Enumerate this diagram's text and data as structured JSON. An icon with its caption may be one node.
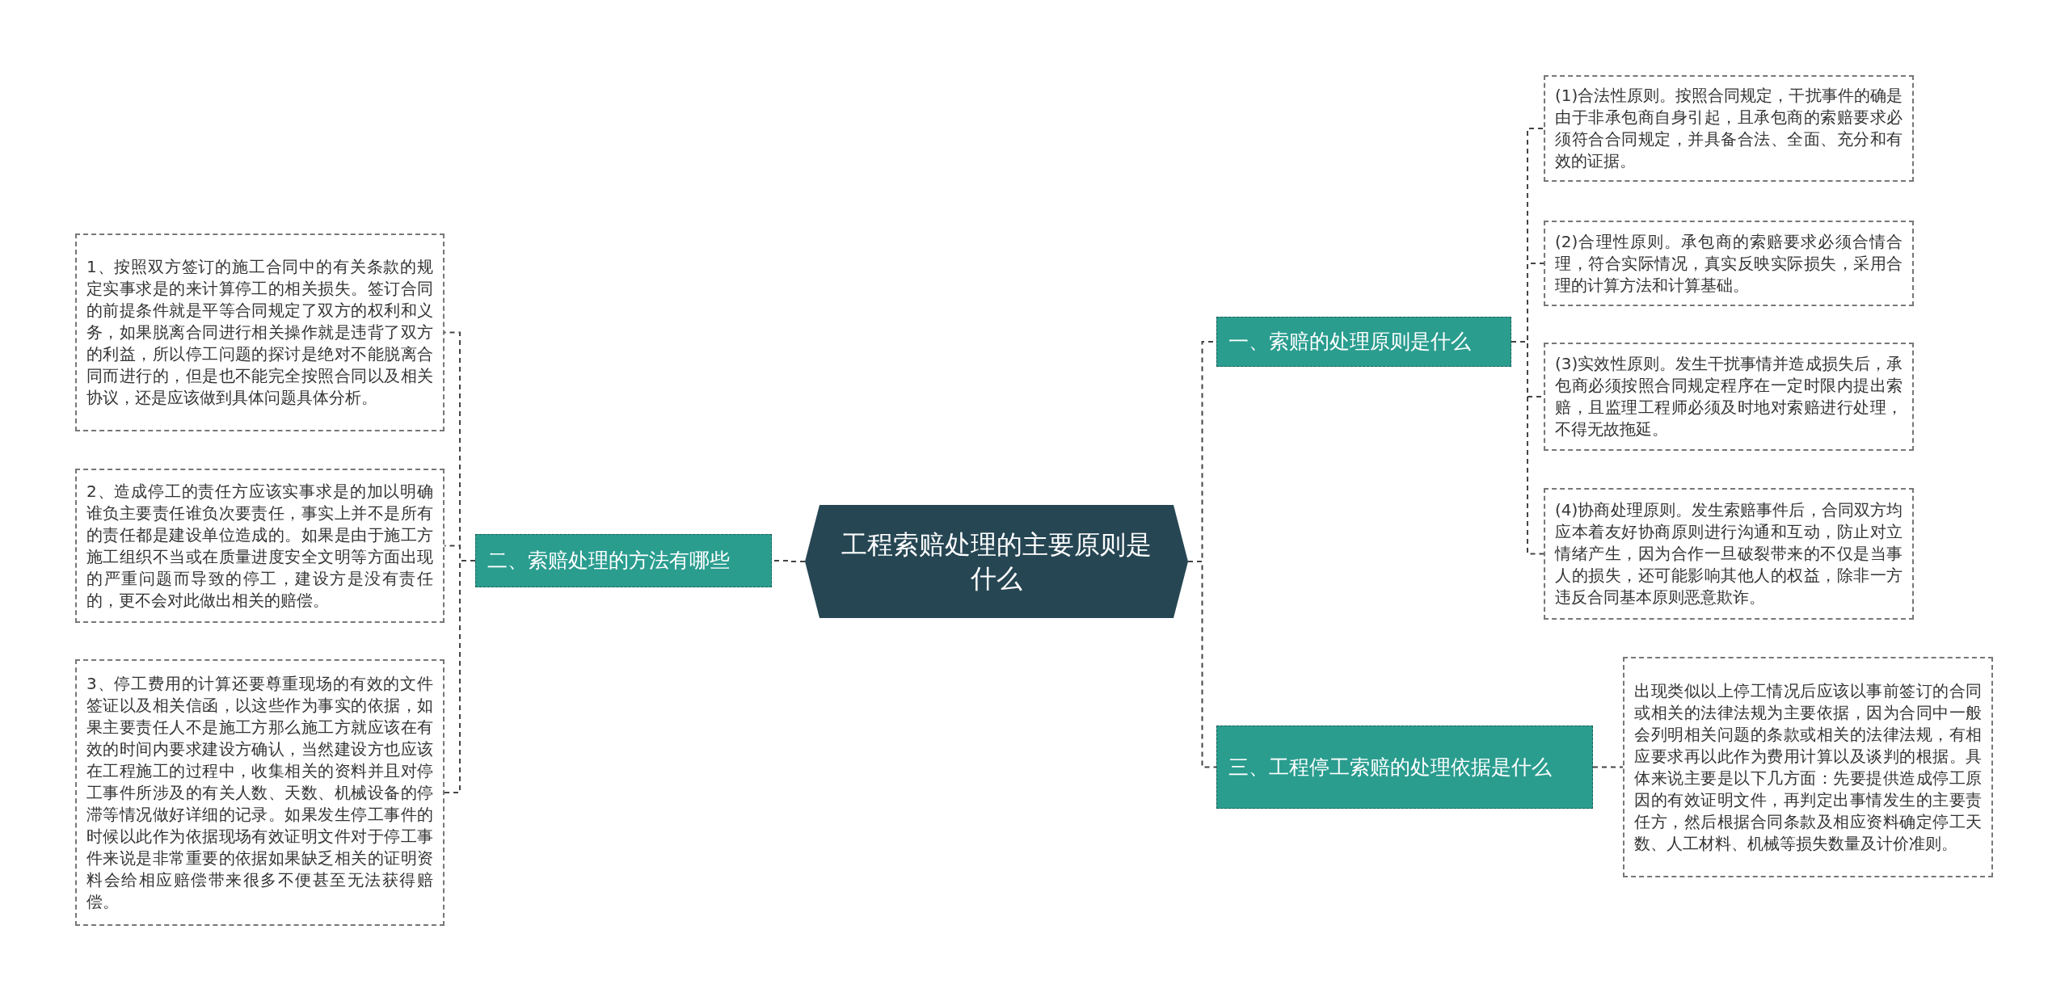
{
  "diagram": {
    "nodes": [
      {
        "text": [
          "工程索赔处理的主要原则是什么"
        ]
      },
      {
        "text": [
          "一、索赔的处理原则是什么"
        ]
      },
      {
        "text": [
          "(1)合法性原则。按照合同规定，干扰事件的确是由于非承包商自身引起，且承包商的索赔要求必须符合合同规定，并具备合法、全面、充分和有效的证据。"
        ]
      },
      {
        "text": [
          "(2)合理性原则。承包商的索赔要求必须合情合理，符合实际情况，真实反映实际损失，采用合理的计算方法和计算基础。"
        ]
      },
      {
        "text": [
          "(3)实效性原则。发生干扰事情并造成损失后，承包商必须按照合同规定程序在一定时限内提出索赔，且监理工程师必须及时地对索赔进行处理，不得无故拖延。"
        ]
      },
      {
        "text": [
          "(4)协商处理原则。发生索赔事件后，合同双方均应本着友好协商原则进行沟通和互动，防止对立情绪产生，因为合作一旦破裂带来的不仅是当事人的损失，还可能影响其他人的权益，除非一方违反合同基本原则恶意欺诈。"
        ]
      },
      {
        "text": [
          "二、索赔处理的方法有哪些"
        ]
      },
      {
        "text": [
          "1、按照双方签订的施工合同中的有关条款的规定实事求是的来计算停工的相关损失。签订合同的前提条件就是平等合同规定了双方的权利和义务，如果脱离合同进行相关操作就是违背了双方的利益，所以停工问题的探讨是绝对不能脱离合同而进行的，但是也不能完全按照合同以及相关协议，还是应该做到具体问题具体分析。"
        ]
      },
      {
        "text": [
          "2、造成停工的责任方应该实事求是的加以明确谁负主要责任谁负次要责任，事实上并不是所有的责任都是建设单位造成的。如果是由于施工方施工组织不当或在质量进度安全文明等方面出现的严重问题而导致的停工，建设方是没有责任的，更不会对此做出相关的赔偿。"
        ]
      },
      {
        "text": [
          "3、停工费用的计算还要尊重现场的有效的文件签证以及相关信函，以这些作为事实的依据，如果主要责任人不是施工方那么施工方就应该在有效的时间内要求建设方确认，当然建设方也应该在工程施工的过程中，收集相关的资料并且对停工事件所涉及的有关人数、天数、机械设备的停滞等情况做好详细的记录。如果发生停工事件的时候以此作为依据现场有效证明文件对于停工事件来说是非常重要的依据如果缺乏相关的证明资料会给相应赔偿带来很多不便甚至无法获得赔偿。"
        ]
      },
      {
        "text": [
          "三、工程停工索赔的处理依据是什么"
        ]
      },
      {
        "text": [
          "出现类似以上停工情况后应该以事前签订的合同或相关的法律法规为主要依据，因为合同中一般会列明相关问题的条款或相关的法律法规，有相应要求再以此作为费用计算以及谈判的根据。具体来说主要是以下几方面：先要提供造成停工原因的有效证明文件，再判定出事情发生的主要责任方，然后根据合同条款及相应资料确定停工天数、人工材料、机械等损失数量及计价准则。"
        ]
      }
    ],
    "edges": [
      {
        "from": 0,
        "to": 1,
        "arrow": "none"
      },
      {
        "from": 1,
        "to": 2,
        "arrow": "none"
      },
      {
        "from": 1,
        "to": 3,
        "arrow": "none"
      },
      {
        "from": 1,
        "to": 4,
        "arrow": "none"
      },
      {
        "from": 1,
        "to": 5,
        "arrow": "none"
      },
      {
        "from": 0,
        "to": 6,
        "arrow": "none"
      },
      {
        "from": 6,
        "to": 7,
        "arrow": "none"
      },
      {
        "from": 6,
        "to": 8,
        "arrow": "none"
      },
      {
        "from": 6,
        "to": 9,
        "arrow": "none"
      },
      {
        "from": 0,
        "to": 10,
        "arrow": "none"
      },
      {
        "from": 10,
        "to": 11,
        "arrow": "none"
      }
    ]
  }
}
